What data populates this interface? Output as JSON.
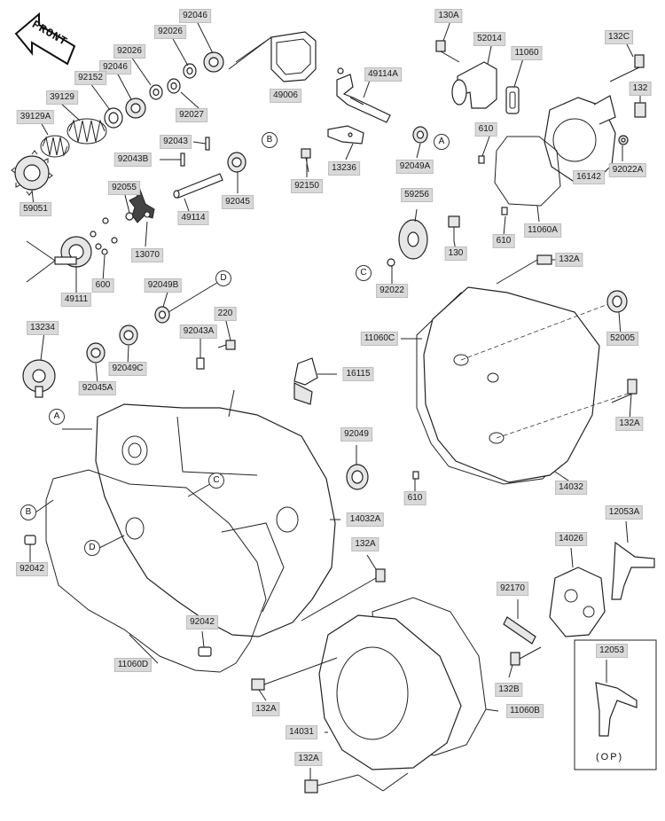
{
  "diagram": {
    "front_badge": "FRONT",
    "option_box_label": "(OP)",
    "labels": {
      "l_92046_top": "92046",
      "l_92026_top": "92026",
      "l_92026_mid": "92026",
      "l_92046_mid": "92046",
      "l_92152": "92152",
      "l_39129": "39129",
      "l_39129A": "39129A",
      "l_92027": "92027",
      "l_49006": "49006",
      "l_49114A": "49114A",
      "l_130A": "130A",
      "l_52014": "52014",
      "l_11060": "11060",
      "l_132C": "132C",
      "l_132": "132",
      "l_610_a": "610",
      "l_92022A": "92022A",
      "l_16142": "16142",
      "l_11060A": "11060A",
      "l_610_b": "610",
      "l_92043": "92043",
      "l_92043B": "92043B",
      "l_92045": "92045",
      "l_92150": "92150",
      "l_13236": "13236",
      "l_92049A": "92049A",
      "l_59051": "59051",
      "l_92055": "92055",
      "l_49114": "49114",
      "l_13070": "13070",
      "l_59256": "59256",
      "l_130": "130",
      "l_92022": "92022",
      "l_132A_a": "132A",
      "l_600": "600",
      "l_49111": "49111",
      "l_92049B": "92049B",
      "l_220": "220",
      "l_13234": "13234",
      "l_92043A": "92043A",
      "l_11060C": "11060C",
      "l_52005": "52005",
      "l_92049C": "92049C",
      "l_92045A": "92045A",
      "l_16115": "16115",
      "l_132A_b": "132A",
      "l_92049": "92049",
      "l_610_c": "610",
      "l_14032": "14032",
      "l_14032A": "14032A",
      "l_92042_a": "92042",
      "l_12053A": "12053A",
      "l_14026": "14026",
      "l_132A_c": "132A",
      "l_92170": "92170",
      "l_92042_b": "92042",
      "l_11060D": "11060D",
      "l_12053": "12053",
      "l_132B": "132B",
      "l_132A_d": "132A",
      "l_11060B": "11060B",
      "l_14031": "14031",
      "l_132A_e": "132A"
    },
    "reference_marks": {
      "ref_B_top": "B",
      "ref_A_top": "A",
      "ref_C_top": "C",
      "ref_D_top": "D",
      "ref_A_case": "A",
      "ref_B_case": "B",
      "ref_C_case": "C",
      "ref_D_case": "D"
    }
  }
}
